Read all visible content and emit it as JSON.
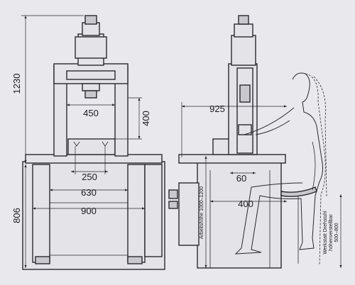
{
  "front_view": {
    "dim_height_total": "1230",
    "dim_head_width": "450",
    "dim_head_depth": "400",
    "dim_slot_spacing": "250",
    "dim_inner_width": "630",
    "dim_table_width": "900",
    "dim_base_height": "806"
  },
  "side_view": {
    "dim_reach": "925",
    "dim_offset": "60",
    "dim_depth": "400",
    "work_height_label": "Arbeitshöhe 1000–1200",
    "chair_label_line1": "Werkstatt Drehstuhl",
    "chair_label_line2": "höhenverstellbar",
    "chair_label_line3": "500–800"
  }
}
